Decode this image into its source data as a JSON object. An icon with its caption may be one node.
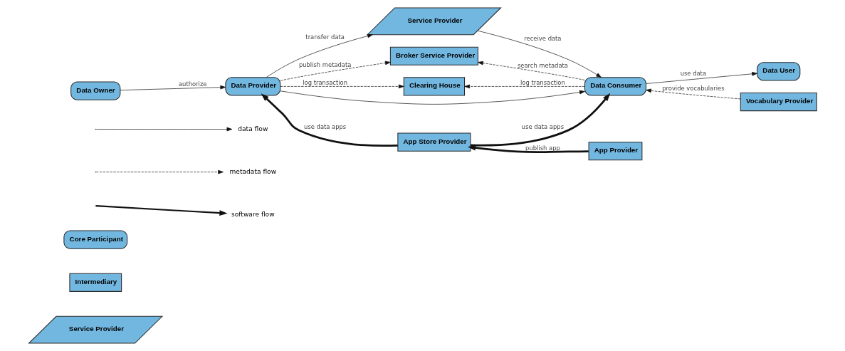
{
  "diagram": {
    "nodes": [
      {
        "text": [
          "Data Owner"
        ]
      },
      {
        "text": [
          "Data Provider"
        ]
      },
      {
        "text": [
          "Service Provider"
        ]
      },
      {
        "text": [
          "Broker Service Provider"
        ]
      },
      {
        "text": [
          "Clearing House"
        ]
      },
      {
        "text": [
          "App Store Provider"
        ]
      },
      {
        "text": [
          "App Provider"
        ]
      },
      {
        "text": [
          "Data Consumer"
        ]
      },
      {
        "text": [
          "Data User"
        ]
      },
      {
        "text": [
          "Vocabulary Provider"
        ]
      },
      {
        "text": [
          "Core Participant"
        ]
      },
      {
        "text": [
          "Intermediary"
        ]
      },
      {
        "text": [
          "Service Provider"
        ]
      }
    ],
    "edges": [
      {
        "from": 0,
        "to": 1,
        "arrow": "to",
        "label": "authorize"
      },
      {
        "from": 1,
        "to": 2,
        "arrow": "to",
        "label": "transfer data"
      },
      {
        "from": 2,
        "to": 7,
        "arrow": "to",
        "label": "receive data"
      },
      {
        "from": 1,
        "to": 3,
        "arrow": "to",
        "label": "publish metadata",
        "style": "dashed"
      },
      {
        "from": 7,
        "to": 3,
        "arrow": "to",
        "label": "search metadata",
        "style": "dashed"
      },
      {
        "from": 1,
        "to": 7,
        "arrow": "to"
      },
      {
        "from": 1,
        "to": 4,
        "arrow": "to",
        "label": "log transaction",
        "style": "dashed"
      },
      {
        "from": 7,
        "to": 4,
        "arrow": "to",
        "label": "log transaction",
        "style": "dashed"
      },
      {
        "from": 5,
        "to": 1,
        "arrow": "to",
        "label": "use data apps",
        "style": "thick"
      },
      {
        "from": 5,
        "to": 7,
        "arrow": "to",
        "label": "use data apps",
        "style": "thick"
      },
      {
        "from": 6,
        "to": 5,
        "arrow": "to",
        "label": "publish app",
        "style": "thick"
      },
      {
        "from": 7,
        "to": 8,
        "arrow": "to",
        "label": "use data"
      },
      {
        "from": 9,
        "to": 7,
        "arrow": "to",
        "label": "provide vocabularies",
        "style": "dashed"
      }
    ],
    "legend": [
      {
        "text": "data flow"
      },
      {
        "text": "metadata flow"
      },
      {
        "text": "software flow"
      }
    ]
  }
}
